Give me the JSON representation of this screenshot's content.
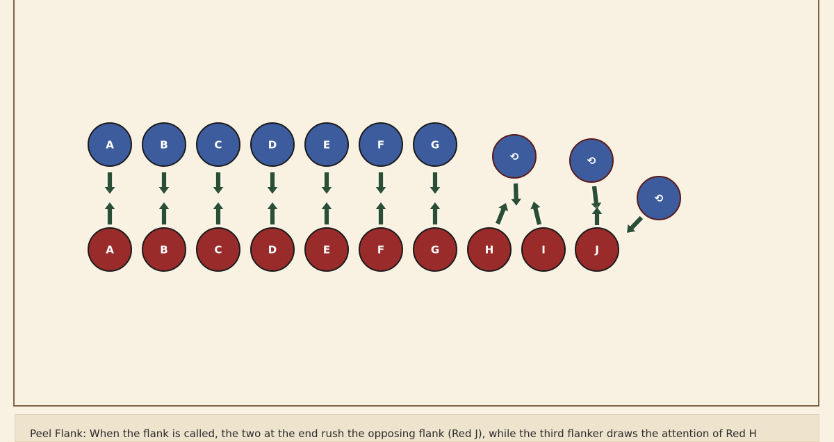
{
  "diagram": {
    "blue_players": [
      {
        "label": "A"
      },
      {
        "label": "B"
      },
      {
        "label": "C"
      },
      {
        "label": "D"
      },
      {
        "label": "E"
      },
      {
        "label": "F"
      },
      {
        "label": "G"
      }
    ],
    "red_players": [
      {
        "label": "A"
      },
      {
        "label": "B"
      },
      {
        "label": "C"
      },
      {
        "label": "D"
      },
      {
        "label": "E"
      },
      {
        "label": "F"
      },
      {
        "label": "G"
      },
      {
        "label": "H"
      },
      {
        "label": "I"
      },
      {
        "label": "J"
      }
    ],
    "flankers": [
      {
        "symbol": "⟲",
        "role": "draws attention of Red H"
      },
      {
        "symbol": "⟲",
        "role": "rushes Red J"
      },
      {
        "symbol": "⟲",
        "role": "rushes Red J"
      }
    ],
    "colors": {
      "blue": "#3d5c9e",
      "red": "#9a2b2b",
      "arrow": "#2c4f36",
      "outline": "#1a1a1a",
      "flanker_outline": "#5a1a1a"
    }
  },
  "caption": {
    "text": "Peel Flank: When the flank is called, the two at the end rush the opposing flank (Red J), while the third flanker draws the attention of Red H"
  }
}
